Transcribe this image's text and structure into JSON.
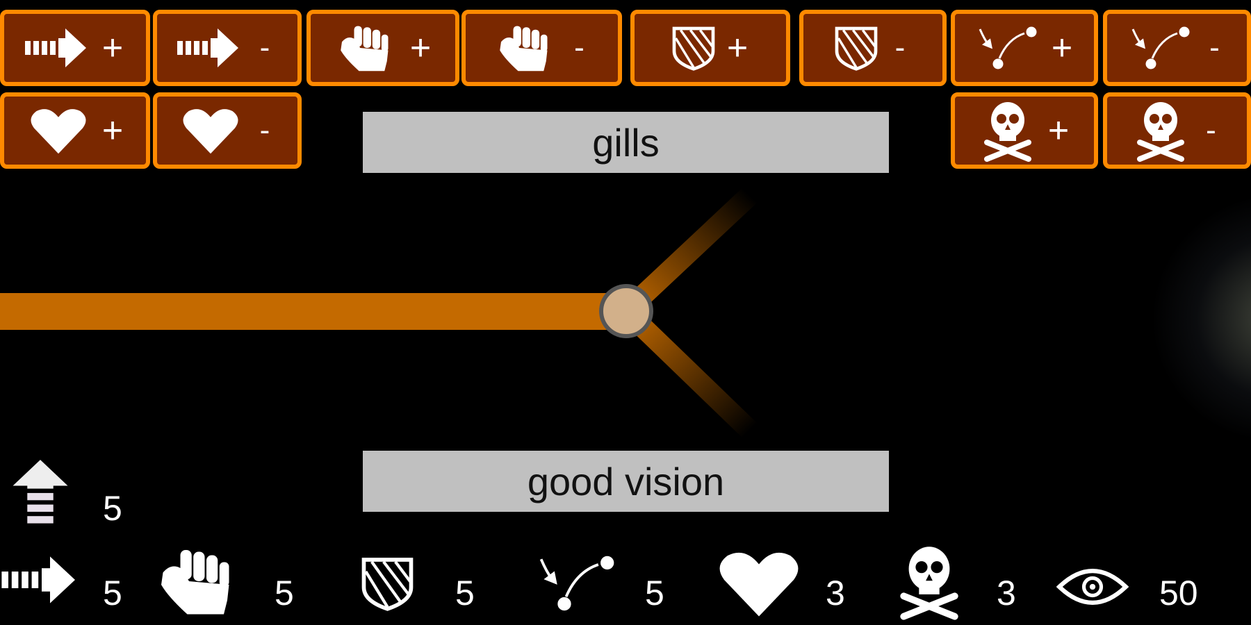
{
  "buttons": {
    "speed_plus": "+",
    "speed_minus": "-",
    "strength_plus": "+",
    "strength_minus": "-",
    "armor_plus": "+",
    "armor_minus": "-",
    "range_plus": "+",
    "range_minus": "-",
    "health_plus": "+",
    "health_minus": "-",
    "toxicity_plus": "+",
    "toxicity_minus": "-"
  },
  "tree": {
    "upper_option": "gills",
    "lower_option": "good vision",
    "branch_color": "#c46a00",
    "node_color": "#d2b08a"
  },
  "stats": {
    "evolution": "5",
    "speed": "5",
    "strength": "5",
    "armor": "5",
    "range": "5",
    "health": "3",
    "toxicity": "3",
    "vision": "50"
  },
  "colors": {
    "button_bg": "#7a2800",
    "button_border": "#ff8a00",
    "label_bg": "#c0c0c0"
  }
}
